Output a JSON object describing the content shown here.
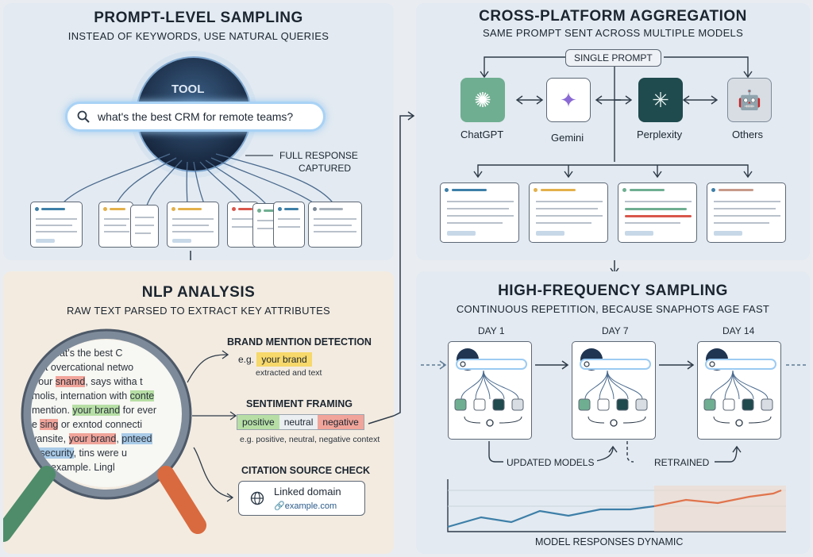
{
  "panel1": {
    "title": "PROMPT-LEVEL SAMPLING",
    "subtitle": "INSTEAD OF KEYWORDS, USE NATURAL QUERIES",
    "tool_label": "TOOL",
    "search_query": "what's the best CRM for remote teams?",
    "capture_label_1": "FULL RESPONSE",
    "capture_label_2": "CAPTURED"
  },
  "panel2": {
    "title": "NLP ANALYSIS",
    "subtitle": "RAW TEXT PARSED TO EXTRACT KEY ATTRIBUTES",
    "text_lines": [
      "nat's the best C",
      "et overcational netwo",
      "your snamd, says witha t",
      "molis, internation with conte",
      "mention. your brand for ever",
      "e sing or exntod connecti",
      "vansite, your brand, pnteed",
      "d security, tins were u",
      "example. Lingl"
    ],
    "brand_heading": "BRAND MENTION DETECTION",
    "brand_eg": "e.g.",
    "brand_value": "your brand",
    "brand_note": "extracted and text",
    "sentiment_heading": "SENTIMENT FRAMING",
    "sentiment_positive": "positive",
    "sentiment_neutral": "neutral",
    "sentiment_negative": "negative",
    "sentiment_note": "e.g. positive, neutral, negative context",
    "citation_heading": "CITATION SOURCE CHECK",
    "citation_title": "Linked domain",
    "citation_domain": "example.com"
  },
  "panel3": {
    "title": "CROSS-PLATFORM AGGREGATION",
    "subtitle": "SAME PROMPT SENT ACROSS MULTIPLE MODELS",
    "prompt_label": "SINGLE PROMPT",
    "models": [
      "ChatGPT",
      "Gemini",
      "Perplexity",
      "Others"
    ]
  },
  "panel4": {
    "title": "HIGH-FREQUENCY SAMPLING",
    "subtitle": "CONTINUOUS REPETITION, BECAUSE SNAPHOTS AGE FAST",
    "days": [
      "DAY 1",
      "DAY 7",
      "DAY 14"
    ],
    "updated_label": "UPDATED MODELS",
    "retrained_label": "RETRAINED",
    "chart_caption": "MODEL RESPONSES DYNAMIC"
  },
  "colors": {
    "brand_highlight": "#f7d86a",
    "positive": "#b7dfa5",
    "neutral": "#eceff2",
    "negative": "#f1a49a",
    "chatgpt": "#6fae91",
    "perplexity": "#1f4a4e",
    "chart_blue": "#3d7fa8",
    "chart_orange": "#e0744c"
  },
  "icons": [
    "search-icon",
    "magnifying-glass-icon",
    "globe-icon",
    "link-icon",
    "chatgpt-logo-icon",
    "gemini-logo-icon",
    "perplexity-logo-icon",
    "robot-icon",
    "gear-icon"
  ]
}
